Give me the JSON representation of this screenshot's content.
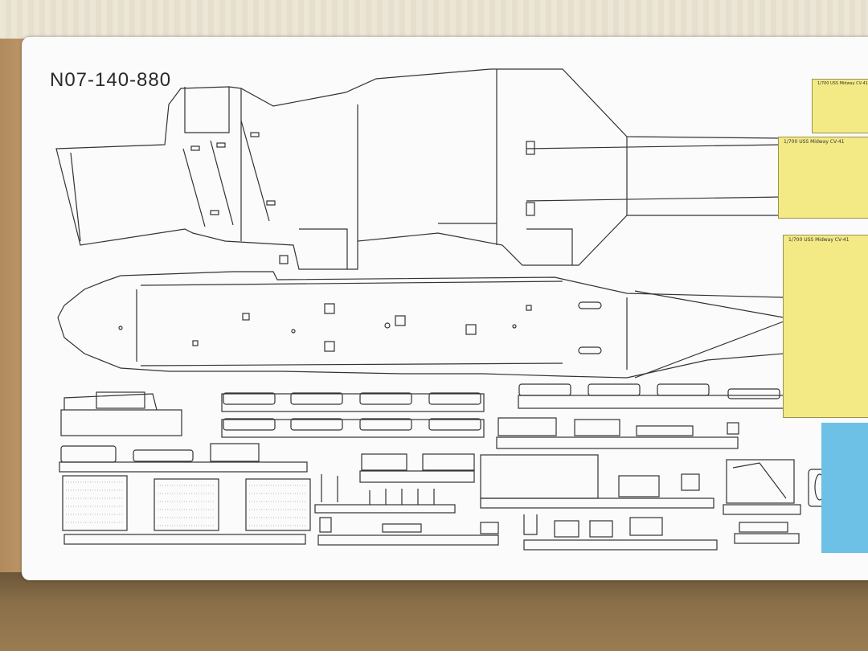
{
  "box_code": "N07-140-880",
  "etch_sheets": [
    {
      "label": "1/700 USS Midway CV-41"
    },
    {
      "label": "1/700 USS Midway CV-41"
    },
    {
      "label": "1/700 USS Midway CV-41"
    }
  ],
  "colors": {
    "table": "#8a6f4a",
    "box_white": "#fbfbfb",
    "line_art": "#333333",
    "etch_yellow": "#f3ea86",
    "decal_blue": "#6dc0e6"
  }
}
